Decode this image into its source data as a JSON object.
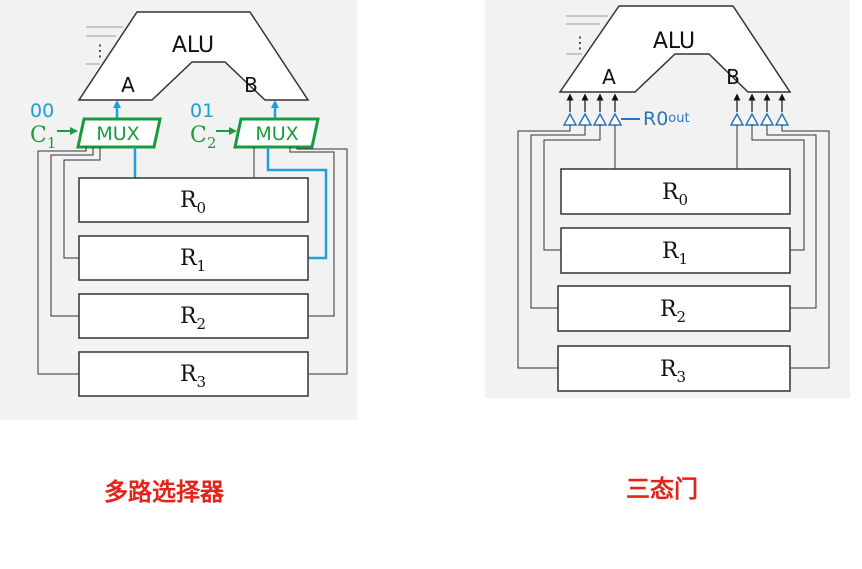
{
  "left": {
    "alu": {
      "label": "ALU",
      "port_a": "A",
      "port_b": "B"
    },
    "mux1": {
      "label": "MUX",
      "code": "00",
      "control": "C",
      "control_sub": "1"
    },
    "mux2": {
      "label": "MUX",
      "code": "01",
      "control": "C",
      "control_sub": "2"
    },
    "registers": [
      {
        "name": "R",
        "sub": "0"
      },
      {
        "name": "R",
        "sub": "1"
      },
      {
        "name": "R",
        "sub": "2"
      },
      {
        "name": "R",
        "sub": "3"
      }
    ],
    "caption": "多路选择器"
  },
  "right": {
    "alu": {
      "label": "ALU",
      "port_a": "A",
      "port_b": "B"
    },
    "control": {
      "label": "R0",
      "label_sub": "out"
    },
    "registers": [
      {
        "name": "R",
        "sub": "0"
      },
      {
        "name": "R",
        "sub": "1"
      },
      {
        "name": "R",
        "sub": "2"
      },
      {
        "name": "R",
        "sub": "3"
      }
    ],
    "caption": "三态门"
  },
  "colors": {
    "wire": "#333333",
    "selected_path": "#1e9fd6",
    "mux": "#1a9a3c",
    "tristate": "#2e74b5",
    "caption": "#e3241b",
    "panel": "#f2f2f2"
  }
}
